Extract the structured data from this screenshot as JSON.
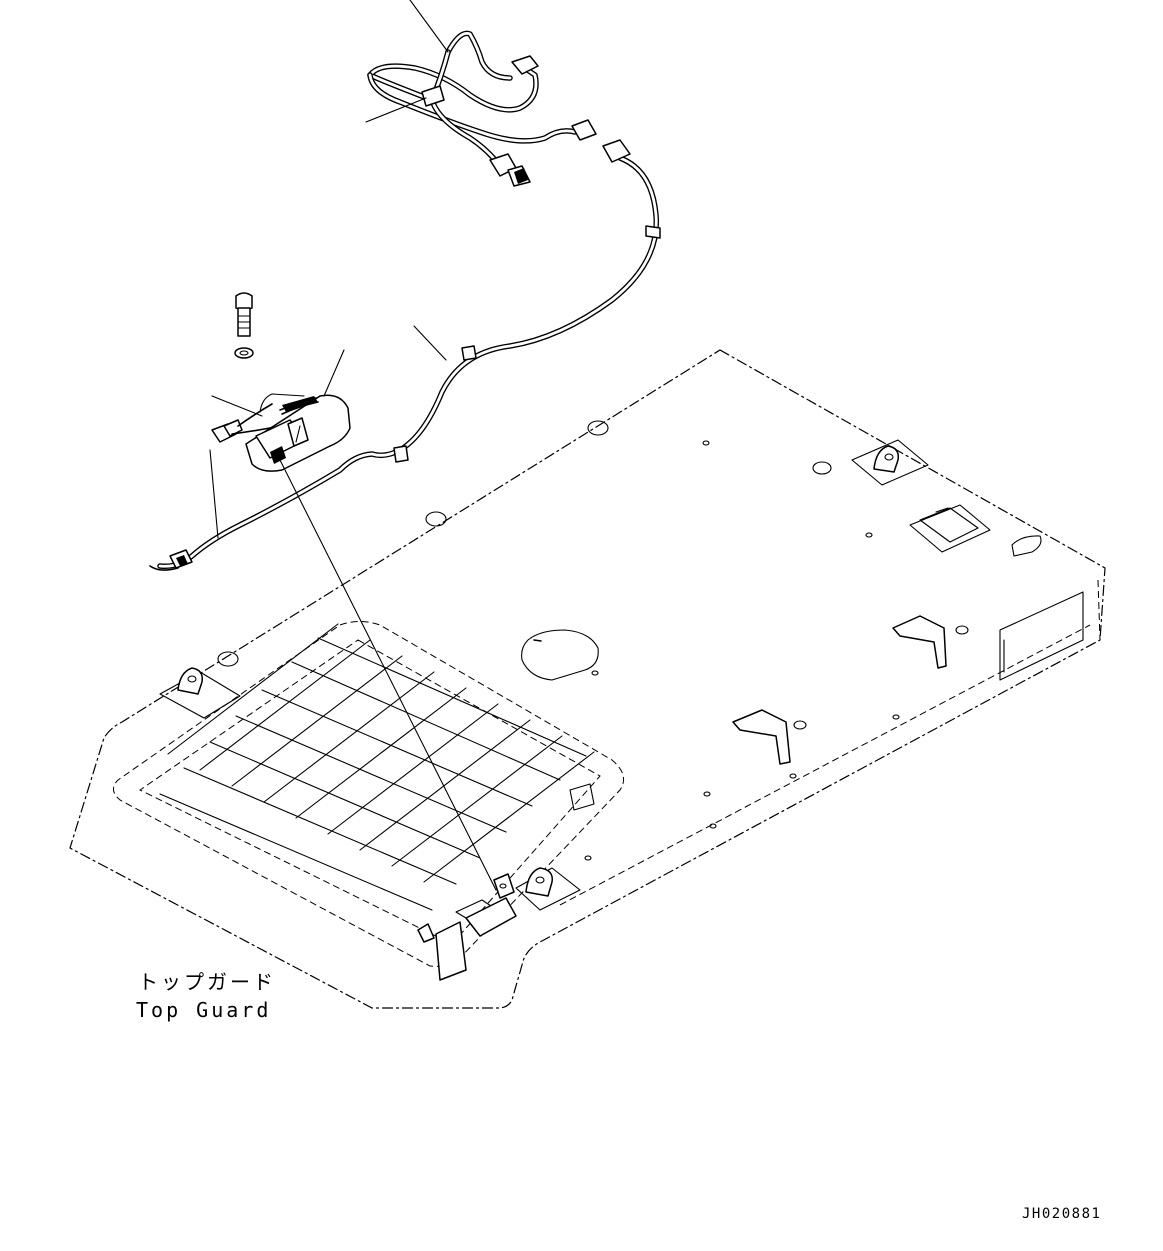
{
  "labels": {
    "part_name_jp": "トップガード",
    "part_name_en": "Top Guard"
  },
  "drawing_number": "JH020881"
}
